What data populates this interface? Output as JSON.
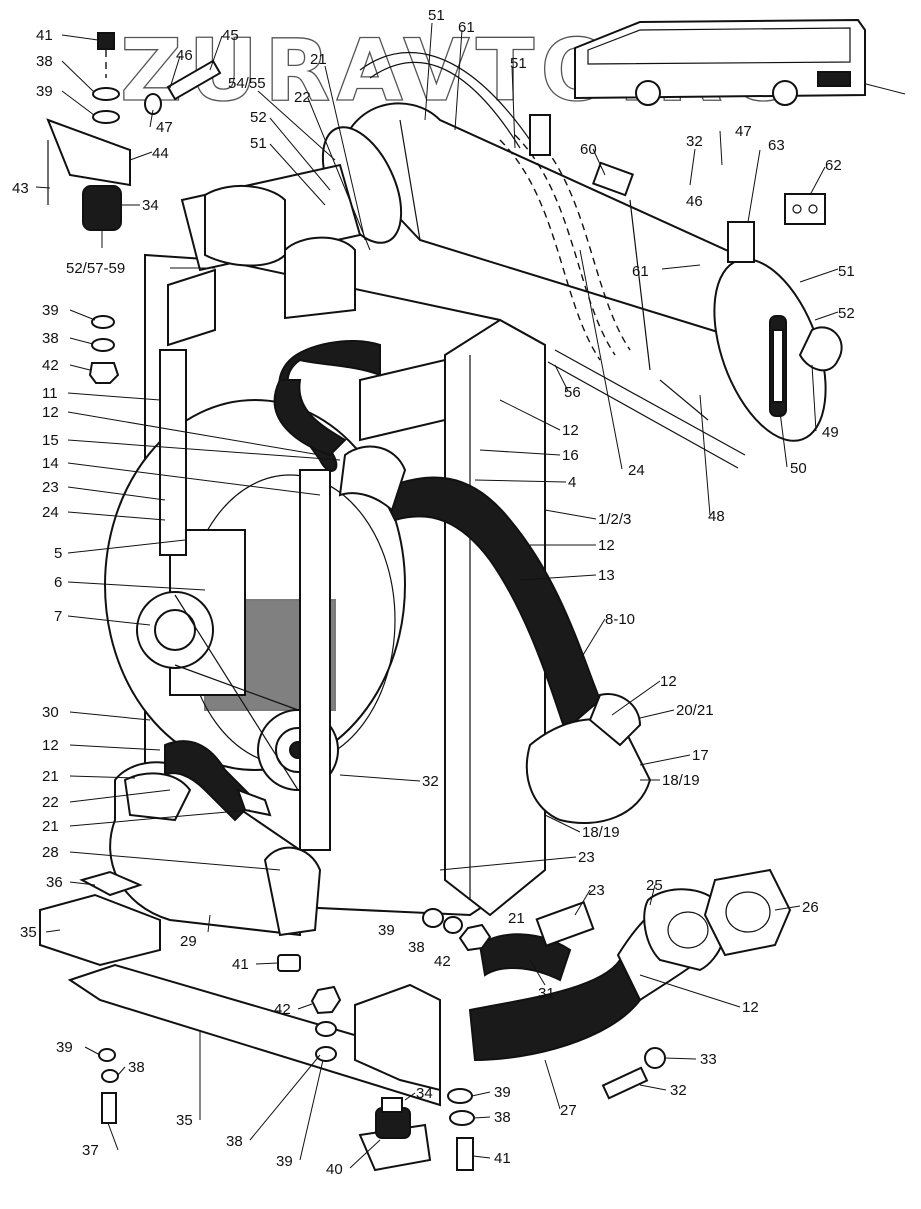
{
  "watermark": "ZURAVTO.RU",
  "part_labels": [
    "41",
    "38",
    "39",
    "47",
    "46",
    "45",
    "54/55",
    "52",
    "51",
    "21",
    "22",
    "51",
    "61",
    "51",
    "60",
    "32",
    "47",
    "46",
    "63",
    "62",
    "61",
    "51",
    "52",
    "49",
    "50",
    "48",
    "24",
    "56",
    "43",
    "44",
    "34",
    "52/57-59",
    "39",
    "38",
    "42",
    "11",
    "12",
    "15",
    "14",
    "23",
    "24",
    "5",
    "6",
    "7",
    "12",
    "16",
    "4",
    "1/2/3",
    "12",
    "13",
    "8-10",
    "12",
    "20/21",
    "17",
    "18/19",
    "18/19",
    "30",
    "12",
    "21",
    "22",
    "21",
    "28",
    "36",
    "35",
    "29",
    "32",
    "23",
    "39",
    "38",
    "42",
    "21",
    "23",
    "25",
    "26",
    "31",
    "12",
    "41",
    "42",
    "39",
    "38",
    "33",
    "32",
    "27",
    "34",
    "39",
    "38",
    "41",
    "37",
    "38",
    "39",
    "40",
    "35"
  ]
}
